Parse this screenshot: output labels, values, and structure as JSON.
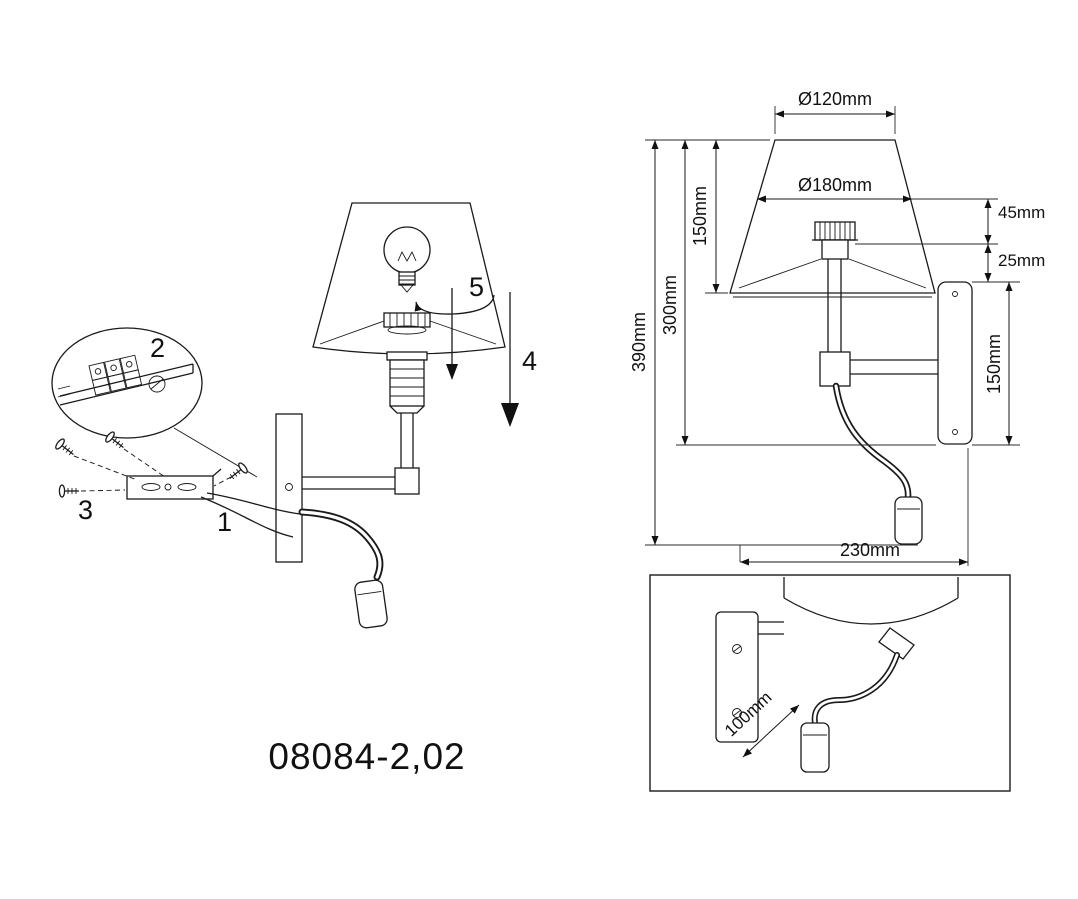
{
  "title": "08084-2,02",
  "assembly": {
    "step_1": "1",
    "step_2": "2",
    "step_3": "3",
    "step_4": "4",
    "step_5": "5"
  },
  "dims": {
    "top_diameter": "Ø120mm",
    "inner_diameter": "Ø180mm",
    "shade_height": "150mm",
    "offset_45": "45mm",
    "offset_25": "25mm",
    "total_height": "390mm",
    "height_300": "300mm",
    "plate_height": "150mm",
    "depth_230": "230mm",
    "inset_length": "100mm"
  }
}
